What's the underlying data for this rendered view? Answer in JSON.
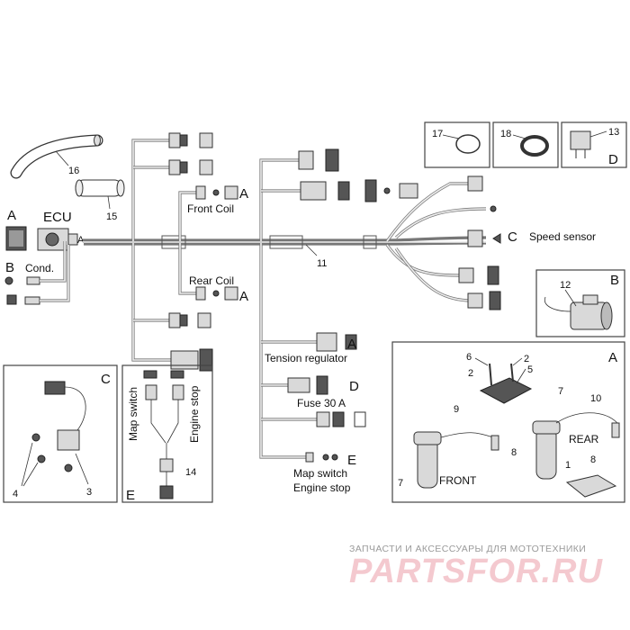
{
  "labels": {
    "ecu": "ECU",
    "cond": "Cond.",
    "front_coil": "Front Coil",
    "rear_coil": "Rear Coil",
    "speed_sensor": "Speed sensor",
    "tension_regulator": "Tension regulator",
    "fuse": "Fuse 30 A",
    "map_switch_1": "Map switch",
    "engine_stop_1": "Engine stop",
    "map_switch_2": "Map switch",
    "engine_stop_2": "Engine stop",
    "front": "FRONT",
    "rear": "REAR"
  },
  "letters": {
    "a": "A",
    "b": "B",
    "c": "C",
    "d": "D",
    "e": "E"
  },
  "numbers": {
    "n1": "1",
    "n2": "2",
    "n3": "3",
    "n4": "4",
    "n5": "5",
    "n6": "6",
    "n7": "7",
    "n8": "8",
    "n9": "9",
    "n10": "10",
    "n11": "11",
    "n12": "12",
    "n13": "13",
    "n14": "14",
    "n15": "15",
    "n16": "16",
    "n17": "17",
    "n18": "18"
  },
  "watermark": {
    "tagline": "ЗАПЧАСТИ И АКСЕССУАРЫ ДЛЯ МОТОТЕХНИКИ",
    "logo": "PARTSFOR.RU"
  }
}
